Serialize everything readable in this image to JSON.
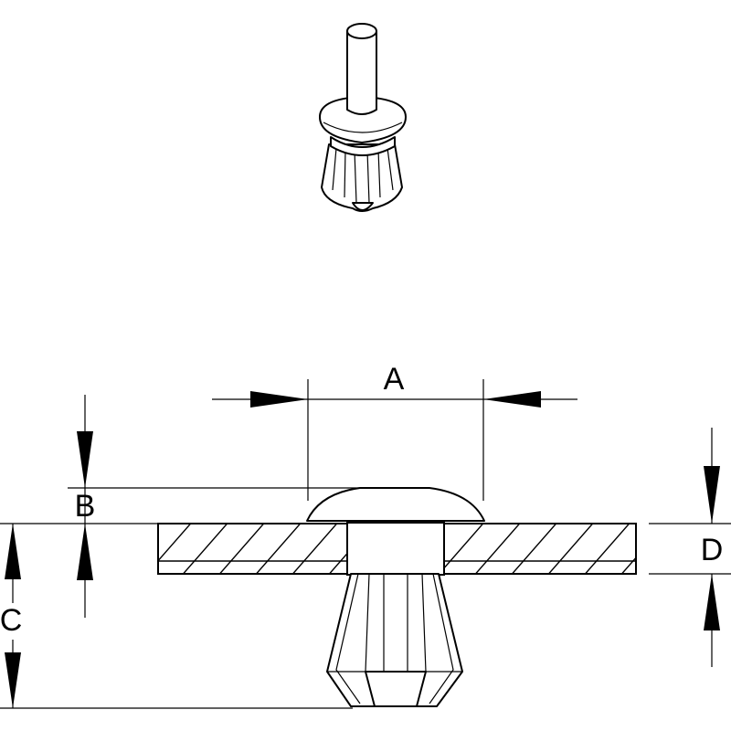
{
  "diagram": {
    "dimension_labels": {
      "a": "A",
      "b": "B",
      "c": "C",
      "d": "D"
    },
    "line_color": "#000000",
    "background_color": "#ffffff"
  }
}
